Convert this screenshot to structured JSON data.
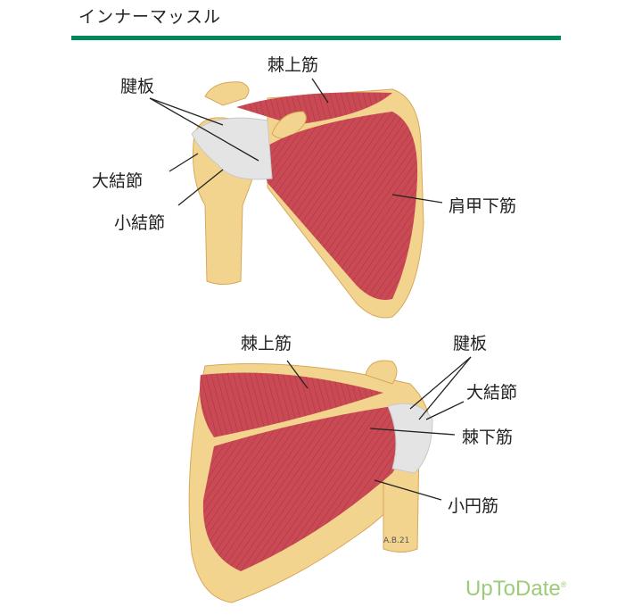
{
  "header": {
    "title": "インナーマッスル"
  },
  "figure_anterior": {
    "labels": {
      "supraspinatus": "棘上筋",
      "rotator_cuff": "腱板",
      "greater_tubercle": "大結節",
      "lesser_tubercle": "小結節",
      "subscapularis": "肩甲下筋"
    }
  },
  "figure_posterior": {
    "labels": {
      "supraspinatus": "棘上筋",
      "rotator_cuff": "腱板",
      "greater_tubercle": "大結節",
      "infraspinatus": "棘下筋",
      "teres_minor": "小円筋"
    }
  },
  "footer": {
    "logo": "UpToDate",
    "logo_mark": "®"
  },
  "colors": {
    "accent": "#00875a",
    "bone": "#f3d48f",
    "muscle": "#c94a55",
    "tendon": "#e4e4e4",
    "logo": "#9ccc7a"
  }
}
